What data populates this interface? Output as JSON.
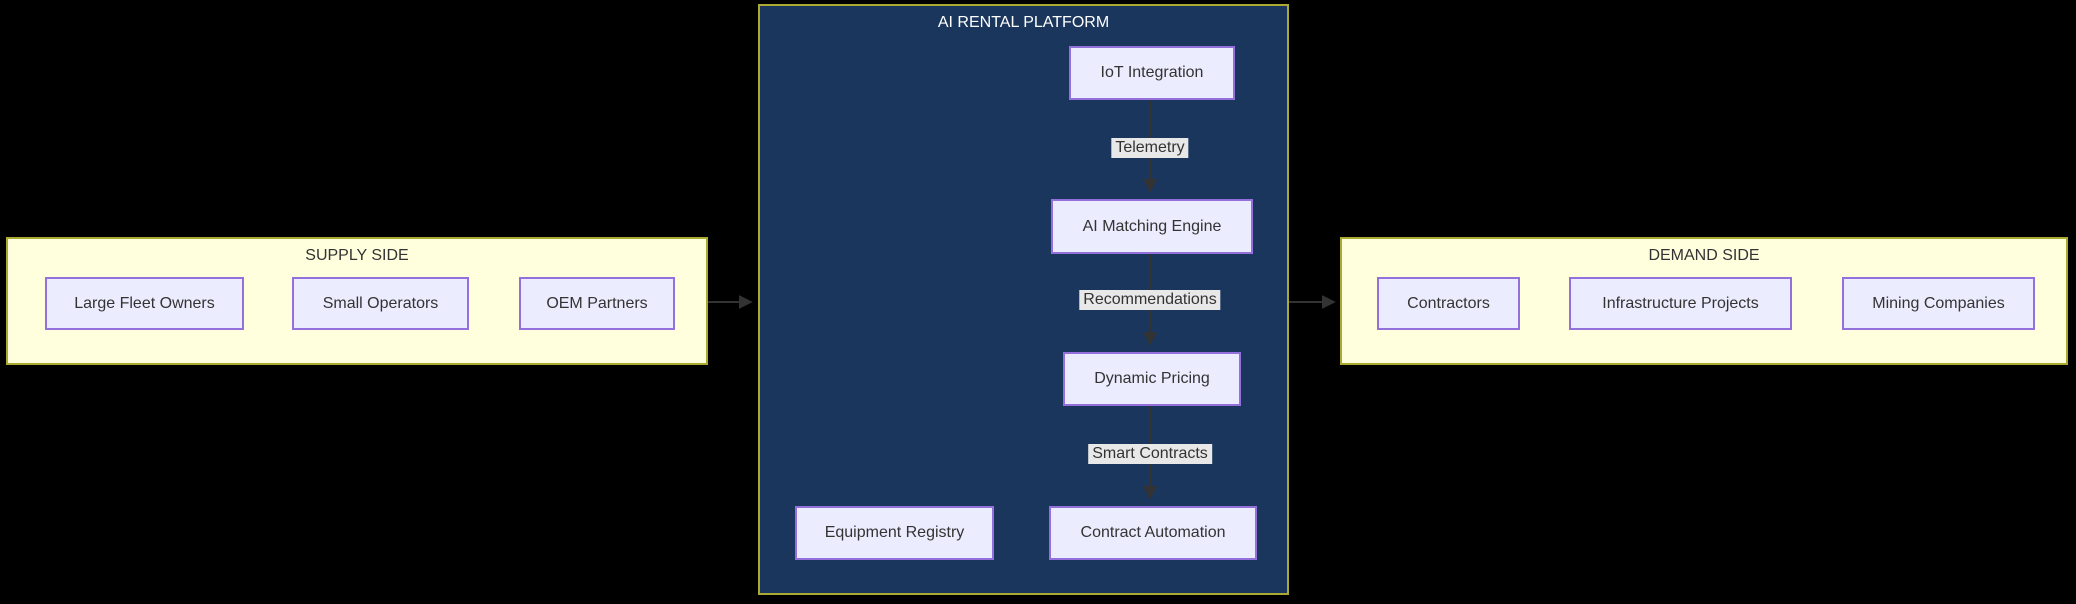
{
  "diagram": {
    "type": "flowchart-top-down",
    "background_color": "#000000",
    "clusters": {
      "supply": {
        "title": "SUPPLY SIDE",
        "fill": "#ffffde",
        "stroke": "#aaaa33",
        "title_color": "#333333",
        "nodes": [
          {
            "label": "Large Fleet Owners"
          },
          {
            "label": "Small Operators"
          },
          {
            "label": "OEM Partners"
          }
        ]
      },
      "platform": {
        "title": "AI RENTAL PLATFORM",
        "fill": "#1a365d",
        "stroke": "#aaaa33",
        "title_color": "#ffffff",
        "nodes": [
          {
            "label": "IoT Integration"
          },
          {
            "label": "AI Matching Engine"
          },
          {
            "label": "Dynamic Pricing"
          },
          {
            "label": "Equipment Registry"
          },
          {
            "label": "Contract Automation"
          }
        ]
      },
      "demand": {
        "title": "DEMAND SIDE",
        "fill": "#ffffde",
        "stroke": "#aaaa33",
        "title_color": "#333333",
        "nodes": [
          {
            "label": "Contractors"
          },
          {
            "label": "Infrastructure Projects"
          },
          {
            "label": "Mining Companies"
          }
        ]
      }
    },
    "edges": [
      {
        "from": "SUPPLY SIDE",
        "to": "AI RENTAL PLATFORM",
        "label": ""
      },
      {
        "from": "AI RENTAL PLATFORM",
        "to": "DEMAND SIDE",
        "label": ""
      },
      {
        "from": "IoT Integration",
        "to": "AI Matching Engine",
        "label": "Telemetry"
      },
      {
        "from": "AI Matching Engine",
        "to": "Dynamic Pricing",
        "label": "Recommendations"
      },
      {
        "from": "Dynamic Pricing",
        "to": "Contract Automation",
        "label": "Smart Contracts"
      }
    ],
    "node_style": {
      "fill": "#ececff",
      "stroke": "#9370db",
      "text_color": "#333333"
    },
    "edge_style": {
      "color": "#333333",
      "label_bg": "#e8e8e8",
      "label_color": "#333333"
    }
  }
}
